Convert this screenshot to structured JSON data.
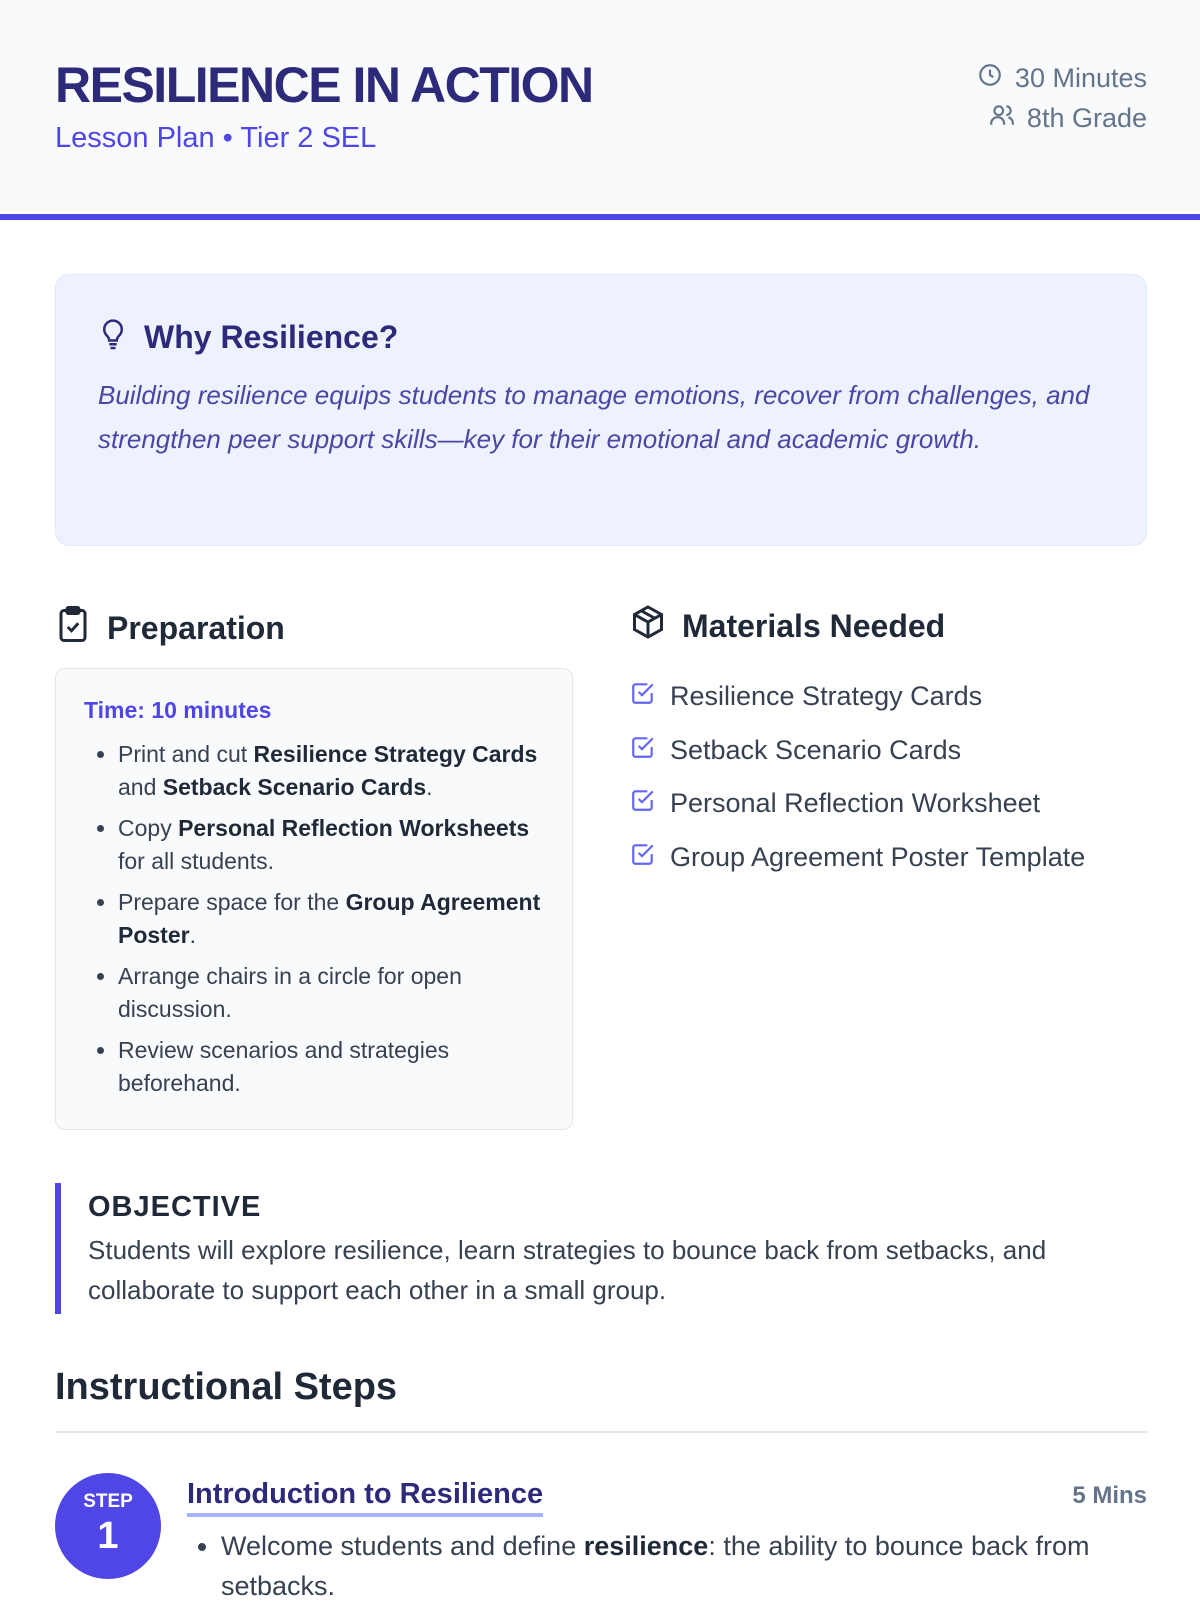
{
  "header": {
    "title": "RESILIENCE IN ACTION",
    "subtitle": "Lesson Plan • Tier 2 SEL",
    "duration": "30 Minutes",
    "grade": "8th Grade"
  },
  "why": {
    "title": "Why Resilience?",
    "text": "Building resilience equips students to manage emotions, recover from challenges, and strengthen peer support skills—key for their emotional and academic growth."
  },
  "preparation": {
    "title": "Preparation",
    "time": "Time: 10 minutes",
    "items": [
      {
        "a": "Print and cut ",
        "b": "Resilience Strategy Cards",
        "c": " and ",
        "d": "Setback Scenario Cards",
        "e": "."
      },
      {
        "a": "Copy ",
        "b": "Personal Reflection Worksheets",
        "c": " for all students."
      },
      {
        "a": "Prepare space for the ",
        "b": "Group Agreement Poster",
        "c": "."
      },
      {
        "a": "Arrange chairs in a circle for open discussion."
      },
      {
        "a": "Review scenarios and strategies beforehand."
      }
    ]
  },
  "materials": {
    "title": "Materials Needed",
    "items": [
      "Resilience Strategy Cards",
      "Setback Scenario Cards",
      "Personal Reflection Worksheet",
      "Group Agreement Poster Template"
    ]
  },
  "objective": {
    "title": "OBJECTIVE",
    "text": "Students will explore resilience, learn strategies to bounce back from setbacks, and collaborate to support each other in a small group."
  },
  "steps": {
    "title": "Instructional Steps",
    "items": [
      {
        "label": "STEP",
        "number": "1",
        "title": "Introduction to Resilience",
        "duration": "5 Mins",
        "bullet": {
          "a": "Welcome students and define ",
          "b": "resilience",
          "c": ": the ability to bounce back from setbacks."
        }
      }
    ]
  }
}
